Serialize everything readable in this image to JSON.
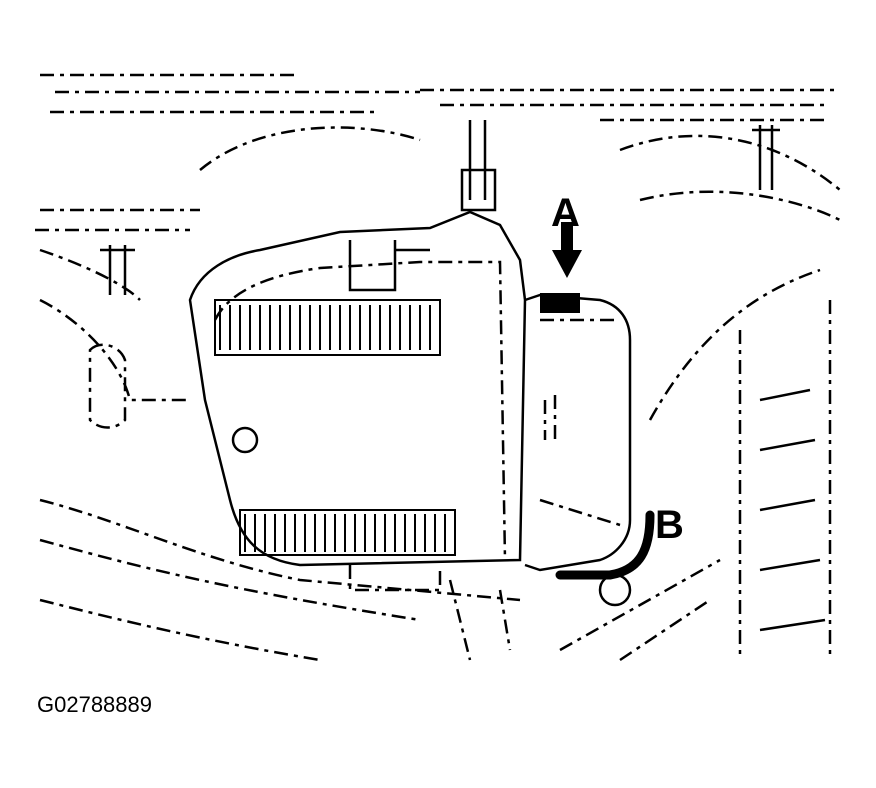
{
  "diagram": {
    "figure_id": "G02788889",
    "callouts": [
      {
        "label": "A",
        "description": "Downward arrow pointing to connector/tab at top of component"
      },
      {
        "label": "B",
        "description": "Hose/wire attachment at lower right of component"
      }
    ],
    "colors": {
      "line": "#000000",
      "background": "#ffffff"
    }
  }
}
